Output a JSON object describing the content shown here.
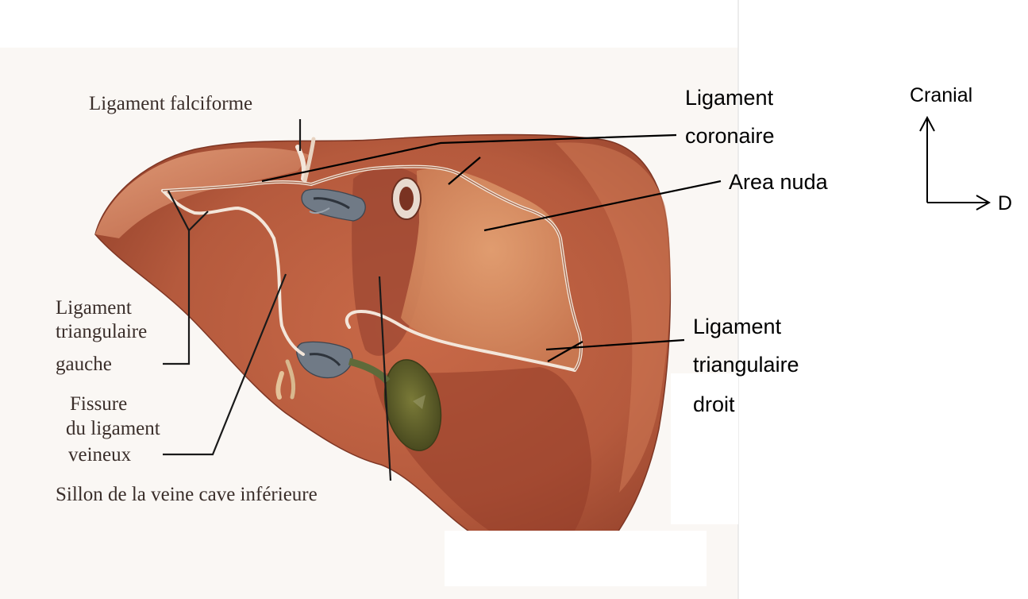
{
  "labels": {
    "ligament_falciforme": "Ligament falciforme",
    "ligament_coronaire_1": "Ligament",
    "ligament_coronaire_2": "coronaire",
    "area_nuda": "Area nuda",
    "lig_tri_gauche_1": "Ligament",
    "lig_tri_gauche_2": "triangulaire",
    "lig_tri_gauche_3": "gauche",
    "fissure_1": "Fissure",
    "fissure_2": "du ligament",
    "fissure_3": "veineux",
    "sillon": "Sillon de la veine cave inférieure",
    "lig_tri_droit_1": "Ligament",
    "lig_tri_droit_2": "triangulaire",
    "lig_tri_droit_3": "droit"
  },
  "orientation": {
    "cranial": "Cranial",
    "d": "D"
  },
  "colors": {
    "liver_base": "#b85a3e",
    "liver_light": "#d88a66",
    "bare_area": "#d98f63",
    "gallbladder": "#5a5a2a",
    "vessel": "#6f7a86",
    "ligament": "#f3e6da"
  }
}
